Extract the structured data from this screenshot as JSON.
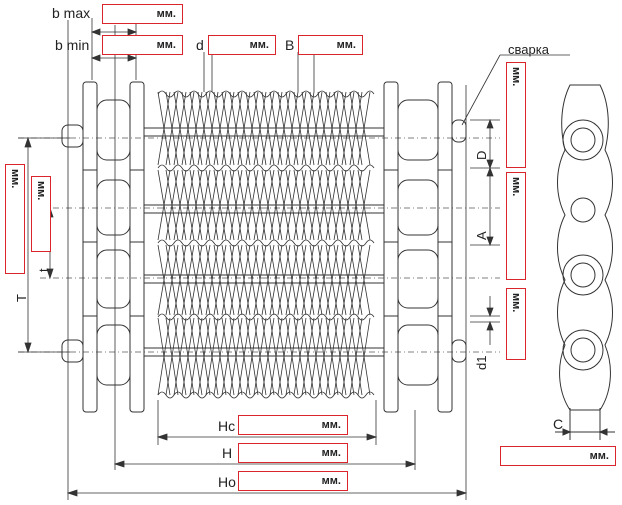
{
  "labels": {
    "b_max": "b max",
    "b_min": "b min",
    "d": "d",
    "B": "B",
    "svarka": "сварка",
    "D": "D",
    "A": "A",
    "d1": "d1",
    "T": "T",
    "t": "t",
    "Hc": "Hc",
    "H": "H",
    "Ho": "Ho",
    "C": "C"
  },
  "unit": "мм.",
  "colors": {
    "field_border": "#d9252b",
    "line": "#333333"
  }
}
